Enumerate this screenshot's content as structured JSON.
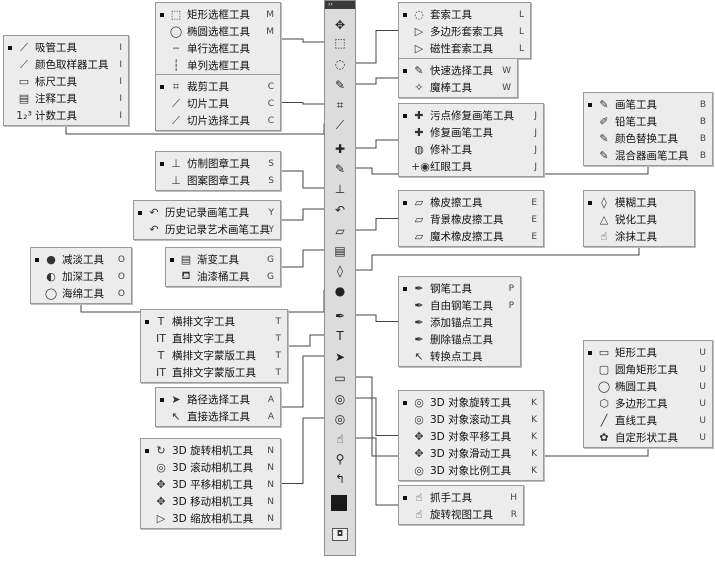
{
  "palette": {
    "line": "#444444",
    "panel": "#ececec",
    "border": "#9a9a9a"
  },
  "toolbar": {
    "collapse_label": "››",
    "tools": [
      {
        "name": "move-tool",
        "icon": "✥"
      },
      {
        "name": "marquee-tool",
        "icon": "⬚"
      },
      {
        "name": "lasso-tool",
        "icon": "◌"
      },
      {
        "name": "quick-select-tool",
        "icon": "✎"
      },
      {
        "name": "crop-tool",
        "icon": "⌗"
      },
      {
        "name": "eyedropper-tool",
        "icon": "⟋"
      },
      {
        "name": "healing-brush-tool",
        "icon": "✚"
      },
      {
        "name": "brush-tool",
        "icon": "✎"
      },
      {
        "name": "clone-stamp-tool",
        "icon": "⊥"
      },
      {
        "name": "history-brush-tool",
        "icon": "↶"
      },
      {
        "name": "eraser-tool",
        "icon": "▱"
      },
      {
        "name": "gradient-tool",
        "icon": "▤"
      },
      {
        "name": "blur-tool",
        "icon": "◊"
      },
      {
        "name": "dodge-tool",
        "icon": "●"
      },
      {
        "name": "pen-tool",
        "icon": "✒"
      },
      {
        "name": "type-tool",
        "icon": "T"
      },
      {
        "name": "path-select-tool",
        "icon": "➤"
      },
      {
        "name": "shape-tool",
        "icon": "▭"
      },
      {
        "name": "3d-object-tool",
        "icon": "◎"
      },
      {
        "name": "3d-camera-tool",
        "icon": "◎"
      },
      {
        "name": "hand-tool",
        "icon": "☝"
      },
      {
        "name": "zoom-tool",
        "icon": "⚲"
      },
      {
        "name": "swap-colors",
        "icon": "↰"
      }
    ],
    "mask_label": "◘"
  },
  "flyouts": [
    {
      "name": "flyout-marquee",
      "items": [
        {
          "icon": "⬚",
          "label": "矩形选框工具",
          "key": "M",
          "active": true
        },
        {
          "icon": "◯",
          "label": "椭圆选框工具",
          "key": "M",
          "active": false
        },
        {
          "icon": "┄",
          "label": "单行选框工具",
          "key": "",
          "active": false
        },
        {
          "icon": "┆",
          "label": "单列选框工具",
          "key": "",
          "active": false
        }
      ]
    },
    {
      "name": "flyout-eyedropper",
      "items": [
        {
          "icon": "⟋",
          "label": "吸管工具",
          "key": "I",
          "active": true
        },
        {
          "icon": "⟋",
          "label": "颜色取样器工具",
          "key": "I",
          "active": false
        },
        {
          "icon": "▭",
          "label": "标尺工具",
          "key": "I",
          "active": false
        },
        {
          "icon": "▤",
          "label": "注释工具",
          "key": "I",
          "active": false
        },
        {
          "icon": "1₂³",
          "label": "计数工具",
          "key": "I",
          "active": false
        }
      ]
    },
    {
      "name": "flyout-crop",
      "items": [
        {
          "icon": "⌗",
          "label": "裁剪工具",
          "key": "C",
          "active": true
        },
        {
          "icon": "⟋",
          "label": "切片工具",
          "key": "C",
          "active": false
        },
        {
          "icon": "⟋",
          "label": "切片选择工具",
          "key": "C",
          "active": false
        }
      ]
    },
    {
      "name": "flyout-lasso",
      "items": [
        {
          "icon": "◌",
          "label": "套索工具",
          "key": "L",
          "active": true
        },
        {
          "icon": "▷",
          "label": "多边形套索工具",
          "key": "L",
          "active": false
        },
        {
          "icon": "▷",
          "label": "磁性套索工具",
          "key": "L",
          "active": false
        }
      ]
    },
    {
      "name": "flyout-quick-select",
      "items": [
        {
          "icon": "✎",
          "label": "快速选择工具",
          "key": "W",
          "active": true
        },
        {
          "icon": "✧",
          "label": "魔棒工具",
          "key": "W",
          "active": false
        }
      ]
    },
    {
      "name": "flyout-healing",
      "items": [
        {
          "icon": "✚",
          "label": "污点修复画笔工具",
          "key": "J",
          "active": true
        },
        {
          "icon": "✚",
          "label": "修复画笔工具",
          "key": "J",
          "active": false
        },
        {
          "icon": "◍",
          "label": "修补工具",
          "key": "J",
          "active": false
        },
        {
          "icon": "+◉",
          "label": "红眼工具",
          "key": "J",
          "active": false
        }
      ]
    },
    {
      "name": "flyout-brush",
      "items": [
        {
          "icon": "✎",
          "label": "画笔工具",
          "key": "B",
          "active": true
        },
        {
          "icon": "✐",
          "label": "铅笔工具",
          "key": "B",
          "active": false
        },
        {
          "icon": "✎",
          "label": "颜色替换工具",
          "key": "B",
          "active": false
        },
        {
          "icon": "✎",
          "label": "混合器画笔工具",
          "key": "B",
          "active": false
        }
      ]
    },
    {
      "name": "flyout-clone-stamp",
      "items": [
        {
          "icon": "⊥",
          "label": "仿制图章工具",
          "key": "S",
          "active": true
        },
        {
          "icon": "⊥",
          "label": "图案图章工具",
          "key": "S",
          "active": false
        }
      ]
    },
    {
      "name": "flyout-history",
      "items": [
        {
          "icon": "↶",
          "label": "历史记录画笔工具",
          "key": "Y",
          "active": true
        },
        {
          "icon": "↶",
          "label": "历史记录艺术画笔工具",
          "key": "Y",
          "active": false
        }
      ]
    },
    {
      "name": "flyout-eraser",
      "items": [
        {
          "icon": "▱",
          "label": "橡皮擦工具",
          "key": "E",
          "active": true
        },
        {
          "icon": "▱",
          "label": "背景橡皮擦工具",
          "key": "E",
          "active": false
        },
        {
          "icon": "▱",
          "label": "魔术橡皮擦工具",
          "key": "E",
          "active": false
        }
      ]
    },
    {
      "name": "flyout-dodge",
      "items": [
        {
          "icon": "●",
          "label": "减淡工具",
          "key": "O",
          "active": true
        },
        {
          "icon": "◐",
          "label": "加深工具",
          "key": "O",
          "active": false
        },
        {
          "icon": "◯",
          "label": "海绵工具",
          "key": "O",
          "active": false
        }
      ]
    },
    {
      "name": "flyout-gradient",
      "items": [
        {
          "icon": "▤",
          "label": "渐变工具",
          "key": "G",
          "active": true
        },
        {
          "icon": "⛾",
          "label": "油漆桶工具",
          "key": "G",
          "active": false
        }
      ]
    },
    {
      "name": "flyout-blur",
      "items": [
        {
          "icon": "◊",
          "label": "模糊工具",
          "key": "",
          "active": true
        },
        {
          "icon": "△",
          "label": "锐化工具",
          "key": "",
          "active": false
        },
        {
          "icon": "☝",
          "label": "涂抹工具",
          "key": "",
          "active": false
        }
      ]
    },
    {
      "name": "flyout-pen",
      "items": [
        {
          "icon": "✒",
          "label": "钢笔工具",
          "key": "P",
          "active": true
        },
        {
          "icon": "✒",
          "label": "自由钢笔工具",
          "key": "P",
          "active": false
        },
        {
          "icon": "✒",
          "label": "添加锚点工具",
          "key": "",
          "active": false
        },
        {
          "icon": "✒",
          "label": "删除锚点工具",
          "key": "",
          "active": false
        },
        {
          "icon": "↖",
          "label": "转换点工具",
          "key": "",
          "active": false
        }
      ]
    },
    {
      "name": "flyout-type",
      "items": [
        {
          "icon": "T",
          "label": "横排文字工具",
          "key": "T",
          "active": true
        },
        {
          "icon": "IT",
          "label": "直排文字工具",
          "key": "T",
          "active": false
        },
        {
          "icon": "T",
          "label": "横排文字蒙版工具",
          "key": "T",
          "active": false
        },
        {
          "icon": "IT",
          "label": "直排文字蒙版工具",
          "key": "T",
          "active": false
        }
      ]
    },
    {
      "name": "flyout-path-select",
      "items": [
        {
          "icon": "➤",
          "label": "路径选择工具",
          "key": "A",
          "active": true
        },
        {
          "icon": "↖",
          "label": "直接选择工具",
          "key": "A",
          "active": false
        }
      ]
    },
    {
      "name": "flyout-shape",
      "items": [
        {
          "icon": "▭",
          "label": "矩形工具",
          "key": "U",
          "active": true
        },
        {
          "icon": "▢",
          "label": "圆角矩形工具",
          "key": "U",
          "active": false
        },
        {
          "icon": "◯",
          "label": "椭圆工具",
          "key": "U",
          "active": false
        },
        {
          "icon": "⬡",
          "label": "多边形工具",
          "key": "U",
          "active": false
        },
        {
          "icon": "╱",
          "label": "直线工具",
          "key": "U",
          "active": false
        },
        {
          "icon": "✿",
          "label": "自定形状工具",
          "key": "U",
          "active": false
        }
      ]
    },
    {
      "name": "flyout-3d-object",
      "items": [
        {
          "icon": "◎",
          "label": "3D 对象旋转工具",
          "key": "K",
          "active": true
        },
        {
          "icon": "◎",
          "label": "3D 对象滚动工具",
          "key": "K",
          "active": false
        },
        {
          "icon": "✥",
          "label": "3D 对象平移工具",
          "key": "K",
          "active": false
        },
        {
          "icon": "✥",
          "label": "3D 对象滑动工具",
          "key": "K",
          "active": false
        },
        {
          "icon": "◎",
          "label": "3D 对象比例工具",
          "key": "K",
          "active": false
        }
      ]
    },
    {
      "name": "flyout-3d-camera",
      "items": [
        {
          "icon": "↻",
          "label": "3D 旋转相机工具",
          "key": "N",
          "active": true
        },
        {
          "icon": "◎",
          "label": "3D 滚动相机工具",
          "key": "N",
          "active": false
        },
        {
          "icon": "✥",
          "label": "3D 平移相机工具",
          "key": "N",
          "active": false
        },
        {
          "icon": "✥",
          "label": "3D 移动相机工具",
          "key": "N",
          "active": false
        },
        {
          "icon": "▷",
          "label": "3D 缩放相机工具",
          "key": "N",
          "active": false
        }
      ]
    },
    {
      "name": "flyout-hand",
      "items": [
        {
          "icon": "☝",
          "label": "抓手工具",
          "key": "H",
          "active": true
        },
        {
          "icon": "☝",
          "label": "旋转视图工具",
          "key": "R",
          "active": false
        }
      ]
    }
  ]
}
